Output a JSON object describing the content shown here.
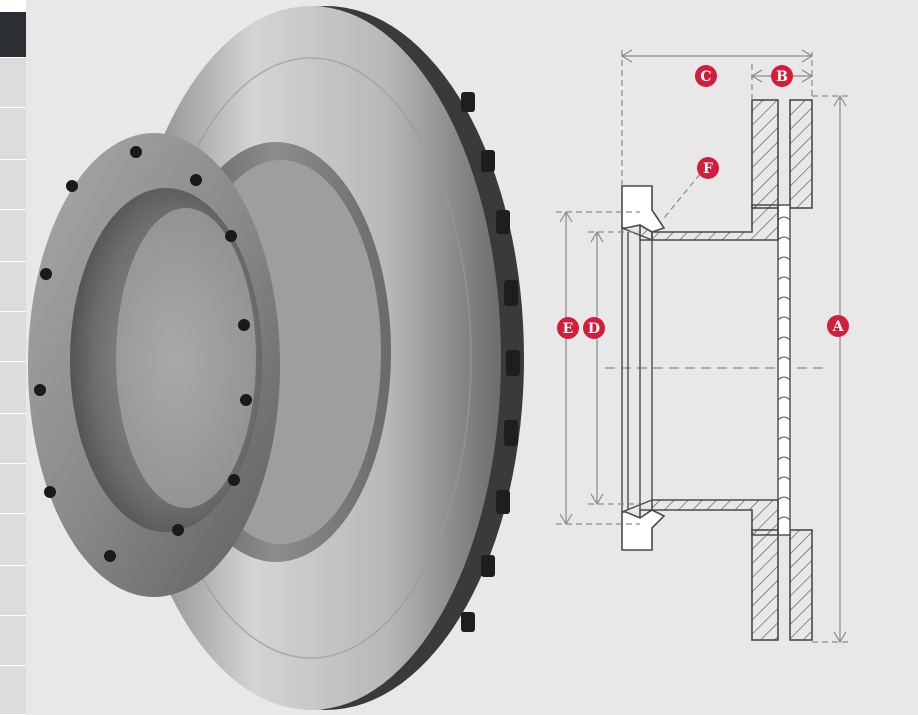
{
  "markers": {
    "a": "A",
    "b": "B",
    "c": "C",
    "d": "D",
    "e": "E",
    "f": "F"
  },
  "colors": {
    "marker": "#d21e3c",
    "line": "#4a4a4a",
    "dim": "#8a8a8a",
    "background": "#e8e8e8",
    "strip_active": "#2c2f33",
    "strip_tab": "#dcdcdc"
  },
  "icons": {
    "photo": "brake-disc-photo"
  }
}
